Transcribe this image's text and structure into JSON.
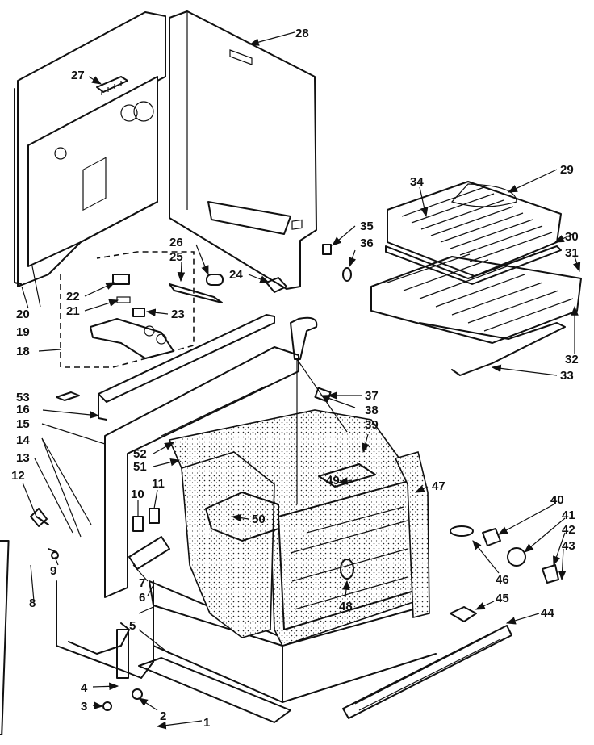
{
  "callouts": {
    "n1": "1",
    "n2": "2",
    "n3": "3",
    "n4": "4",
    "n5": "5",
    "n6": "6",
    "n7": "7",
    "n8": "8",
    "n9": "9",
    "n10": "10",
    "n11": "11",
    "n12": "12",
    "n13": "13",
    "n14": "14",
    "n15": "15",
    "n16": "16",
    "n18": "18",
    "n19": "19",
    "n20": "20",
    "n21": "21",
    "n22": "22",
    "n23": "23",
    "n24": "24",
    "n25": "25",
    "n26": "26",
    "n27": "27",
    "n28": "28",
    "n29": "29",
    "n30": "30",
    "n31": "31",
    "n32": "32",
    "n33": "33",
    "n34": "34",
    "n35": "35",
    "n36": "36",
    "n37": "37",
    "n38": "38",
    "n39": "39",
    "n40": "40",
    "n41": "41",
    "n42": "42",
    "n43": "43",
    "n44": "44",
    "n45": "45",
    "n46": "46",
    "n47": "47",
    "n48": "48",
    "n49": "49",
    "n50": "50",
    "n51": "51",
    "n52": "52",
    "n53": "53"
  }
}
